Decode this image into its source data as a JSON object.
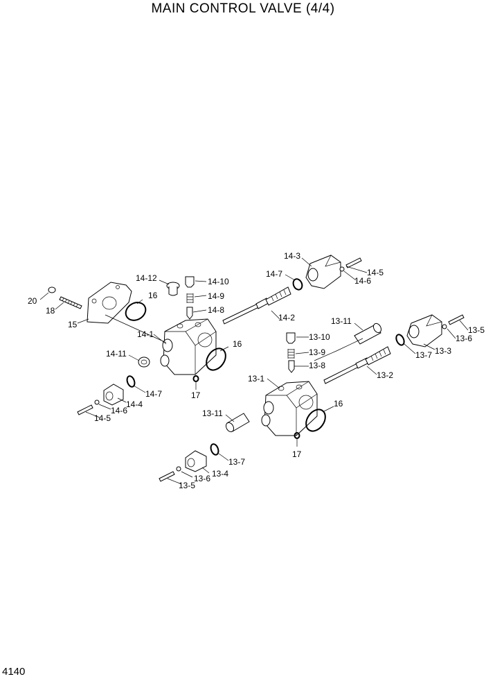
{
  "title": "MAIN CONTROL VALVE (4/4)",
  "page_number": "4140",
  "labels": {
    "l20": "20",
    "l18": "18",
    "l15": "15",
    "l16a": "16",
    "l14_12": "14-12",
    "l14_10": "14-10",
    "l14_9": "14-9",
    "l14_8": "14-8",
    "l14_1": "14-1",
    "l14_2": "14-2",
    "l14_3": "14-3",
    "l14_5": "14-5",
    "l14_6": "14-6",
    "l14_7": "14-7",
    "l16b": "16",
    "l14_11": "14-11",
    "l14_7b": "14-7",
    "l17a": "17",
    "l14_4": "14-4",
    "l14_6b": "14-6",
    "l14_5b": "14-5",
    "l13_11": "13-11",
    "l13_10": "13-10",
    "l13_9": "13-9",
    "l13_8": "13-8",
    "l13_1": "13-1",
    "l13_2": "13-2",
    "l13_7": "13-7",
    "l13_3": "13-3",
    "l13_5": "13-5",
    "l13_6": "13-6",
    "l16c": "16",
    "l13_11b": "13-11",
    "l17b": "17",
    "l13_7b": "13-7",
    "l13_4": "13-4",
    "l13_6b": "13-6",
    "l13_5b": "13-5"
  }
}
